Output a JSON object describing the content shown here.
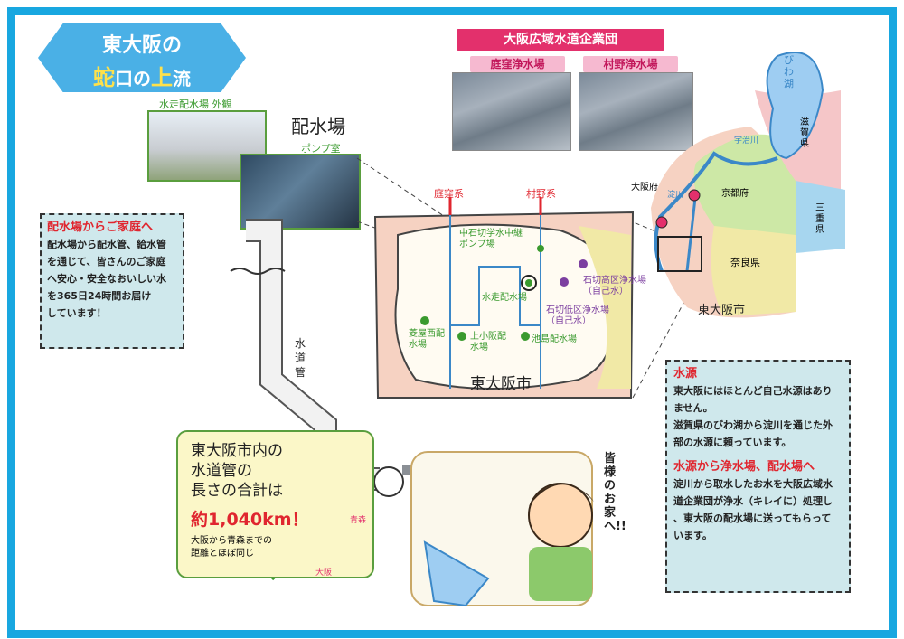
{
  "title": {
    "line1": "東大阪の",
    "hl1": "蛇",
    "mid": "口の",
    "hl2": "上",
    "end": "流"
  },
  "org": "大阪広域水道企業団",
  "plants": [
    {
      "label": "庭窪浄水場"
    },
    {
      "label": "村野浄水場"
    }
  ],
  "photos": {
    "mizuhai_ext": "水走配水場 外観",
    "pump_room": "ポンプ室",
    "haisuijo": "配水場"
  },
  "note_left": {
    "heading": "配水場からご家庭へ",
    "lines": [
      "配水場から配水管、給水管",
      "を通じて、皆さんのご家庭",
      "へ安心・安全なおいしい水",
      "を365日24時間お届け",
      "しています！"
    ]
  },
  "pipe_label": "水道管",
  "map": {
    "source_niwakubo": "庭窪系",
    "source_murano": "村野系",
    "city": "東大阪市",
    "stations": {
      "ishikiri_pump": "中石切学水中継ポンプ場",
      "mizuhai": "水走配水場",
      "ishikiri_high": "石切高区浄水場",
      "ishikiri_high_sub": "（自己水）",
      "ishikiri_low": "石切低区浄水場",
      "ishikiri_low_sub": "（自己水）",
      "hishiyanishi": "菱屋西配水場",
      "kamikosaka": "上小阪配水場",
      "ikeshima": "池島配水場"
    }
  },
  "region": {
    "lake": "びわ湖",
    "river": "宇治川",
    "yodo": "淀川",
    "shiga": "滋賀県",
    "kyoto": "京都府",
    "osaka": "大阪府",
    "mie": "三重県",
    "nara": "奈良県",
    "city": "東大阪市"
  },
  "bubble": {
    "line1": "東大阪市内の",
    "line2": "水道管の",
    "line3": "長さの合計は",
    "length": "約1,040km！",
    "sub1": "大阪から青森までの",
    "sub2": "距離とほぼ同じ",
    "osaka": "大阪",
    "aomori": "青森"
  },
  "home": "皆様のお家へ!!",
  "note_right": {
    "heading1": "水源",
    "p1": [
      "東大阪にはほとんど自己水源はあり",
      "ません。",
      "滋賀県のびわ湖から淀川を通じた外",
      "部の水源に頼っています。"
    ],
    "heading2": "水源から浄水場、配水場へ",
    "p2": [
      "淀川から取水したお水を大阪広域水",
      "道企業団が浄水（キレイに）処理し",
      "、東大阪の配水場に送ってもらって",
      "います。"
    ]
  },
  "colors": {
    "frame": "#18a7e0",
    "accent": "#e0262f",
    "pink": "#e3306c",
    "green": "#3a9a2e"
  }
}
